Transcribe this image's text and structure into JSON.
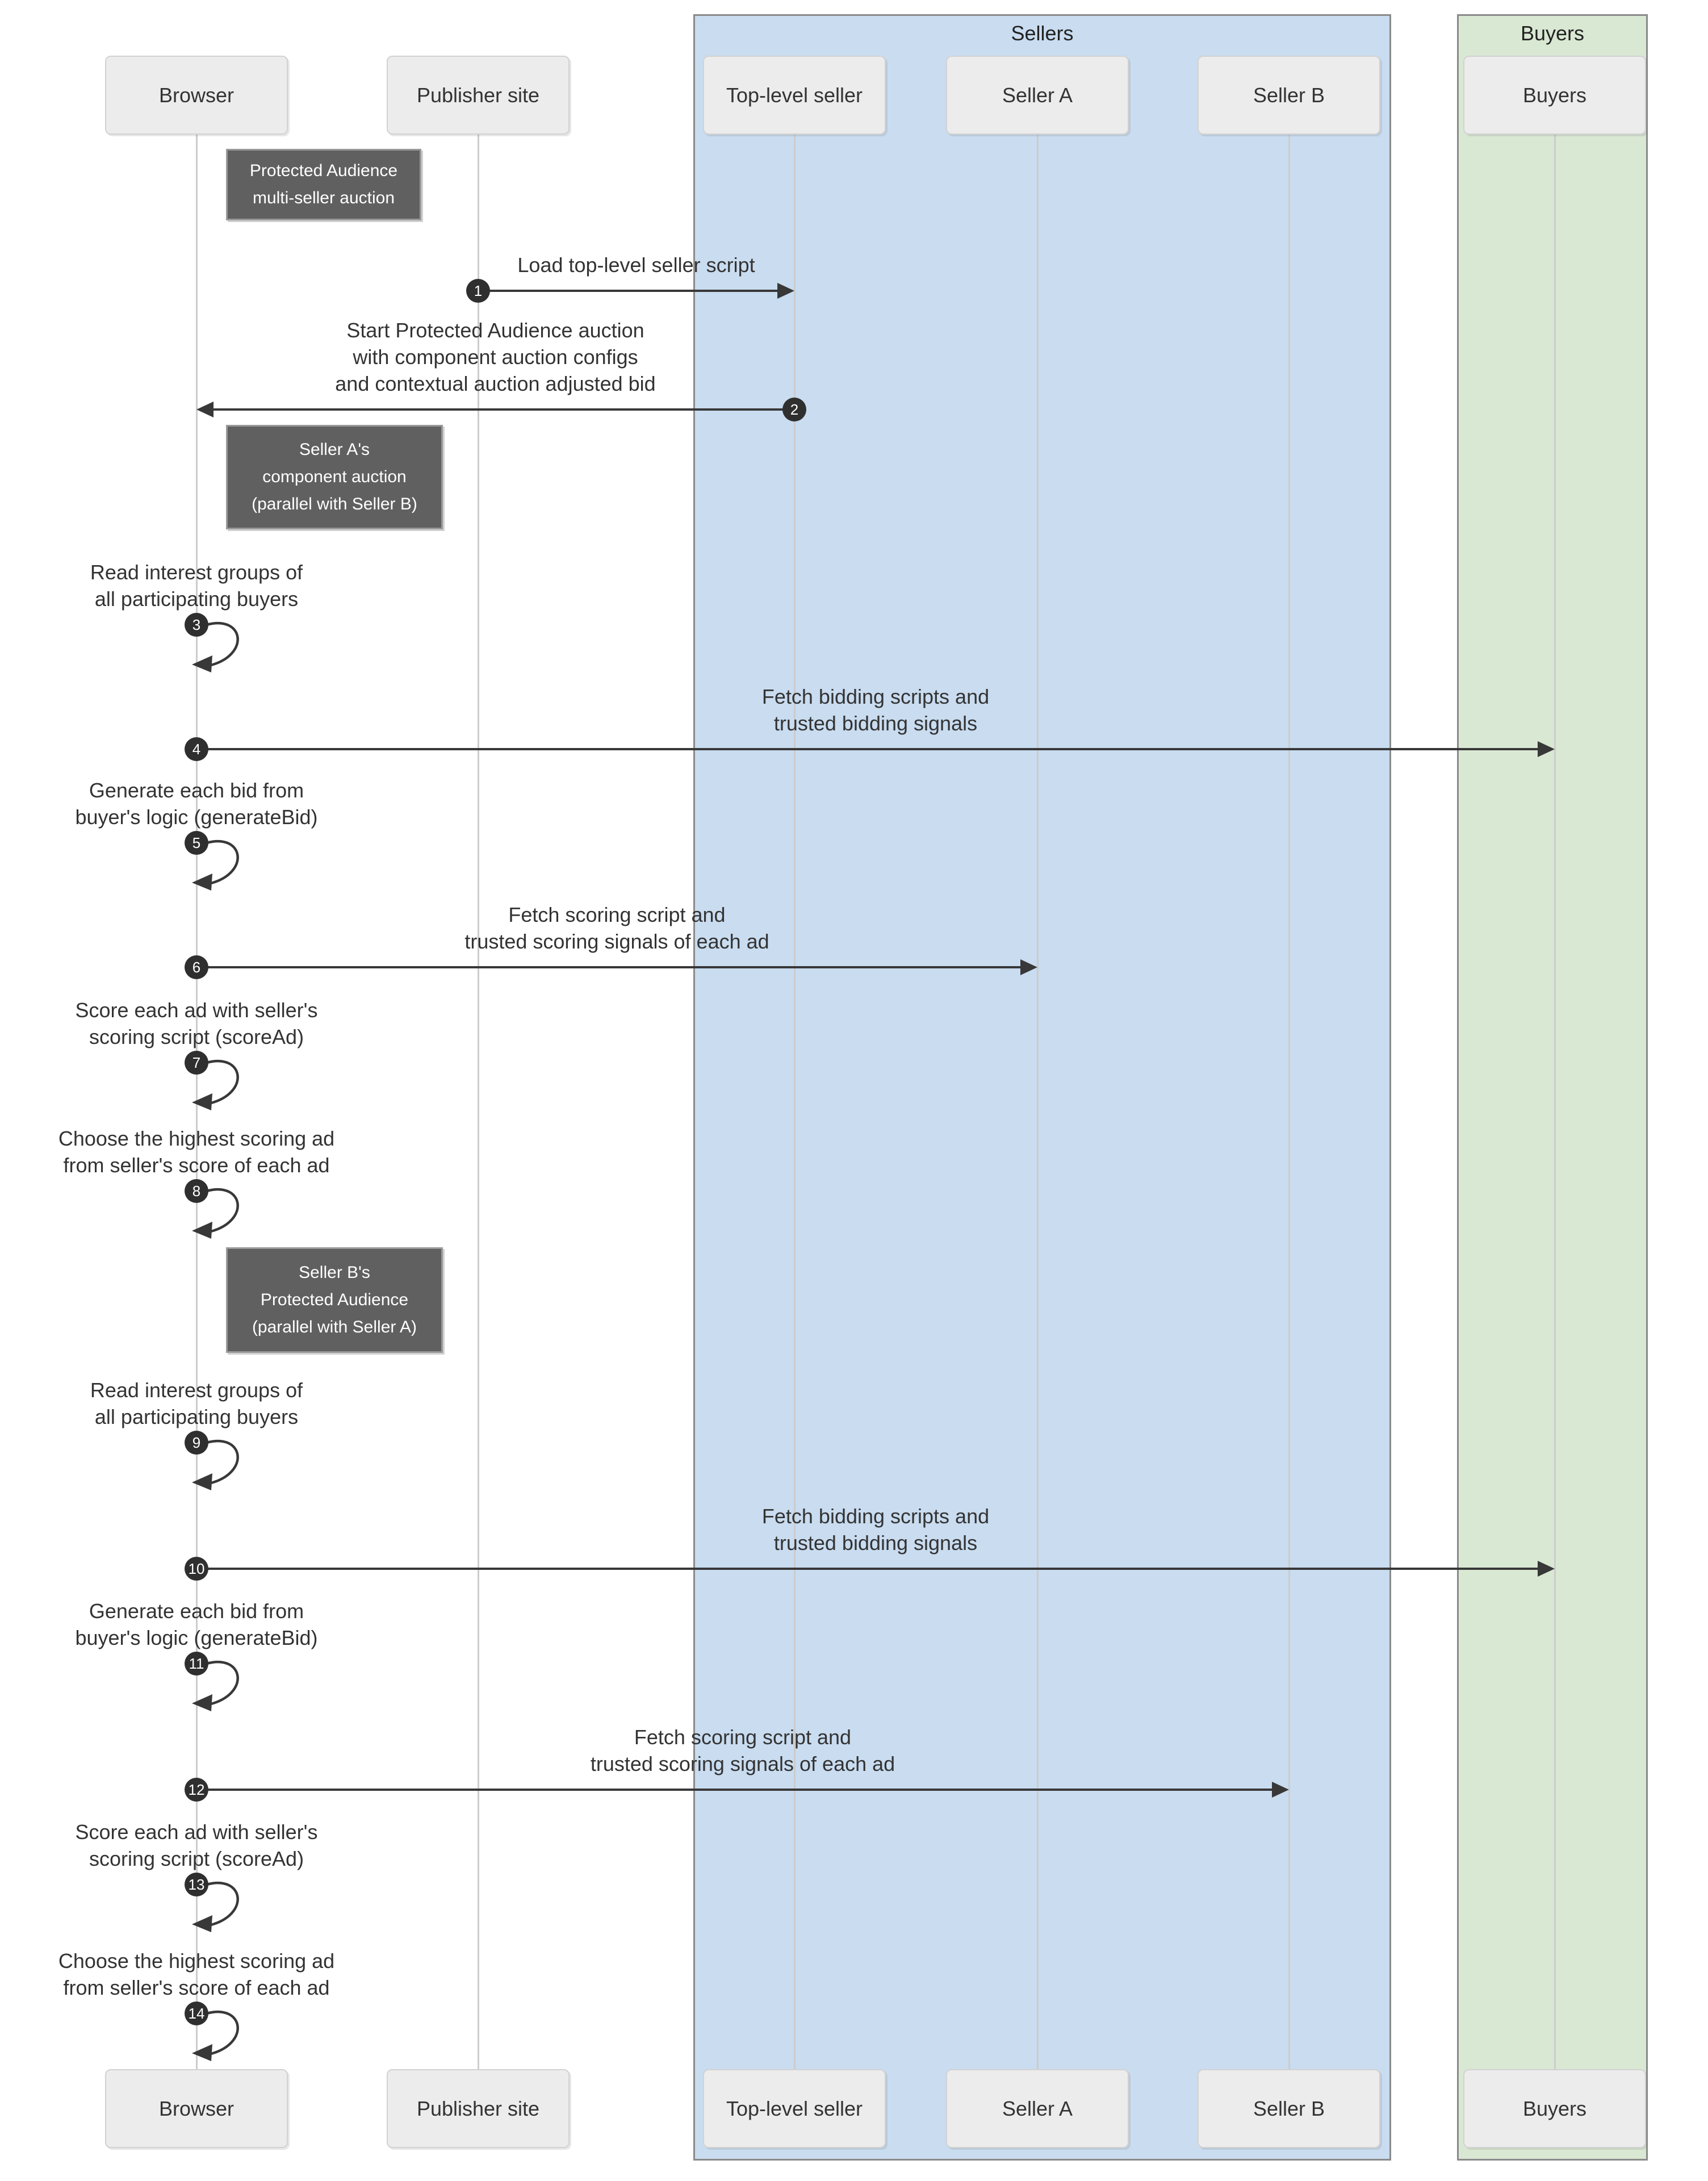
{
  "diagram": {
    "title_note": "Protected Audience\nmulti-seller auction",
    "groups": [
      {
        "id": "sellers",
        "label": "Sellers"
      },
      {
        "id": "buyers",
        "label": "Buyers"
      }
    ],
    "participants": [
      {
        "id": "browser",
        "label": "Browser",
        "group": null
      },
      {
        "id": "publisher",
        "label": "Publisher site",
        "group": null
      },
      {
        "id": "toplevel",
        "label": "Top-level seller",
        "group": "sellers"
      },
      {
        "id": "sellerA",
        "label": "Seller A",
        "group": "sellers"
      },
      {
        "id": "sellerB",
        "label": "Seller B",
        "group": "sellers"
      },
      {
        "id": "buyers",
        "label": "Buyers",
        "group": "buyers"
      }
    ],
    "notes": [
      {
        "id": "note-protected-audience",
        "text": "Protected Audience\nmulti-seller auction"
      },
      {
        "id": "note-seller-a",
        "text": "Seller A's\ncomponent auction\n(parallel with Seller B)"
      },
      {
        "id": "note-seller-b",
        "text": "Seller B's\nProtected Audience\n(parallel with Seller A)"
      }
    ],
    "messages": [
      {
        "num": "1",
        "type": "arrow",
        "from": "publisher",
        "to": "toplevel",
        "label": "Load top-level seller script"
      },
      {
        "num": "2",
        "type": "arrow",
        "from": "toplevel",
        "to": "browser",
        "label": "Start Protected Audience auction\nwith component auction configs\nand contextual auction adjusted bid"
      },
      {
        "num": "3",
        "type": "self",
        "from": "browser",
        "to": "browser",
        "label": "Read interest groups of\nall participating buyers"
      },
      {
        "num": "4",
        "type": "arrow",
        "from": "browser",
        "to": "buyers",
        "label": "Fetch bidding scripts and\ntrusted bidding signals"
      },
      {
        "num": "5",
        "type": "self",
        "from": "browser",
        "to": "browser",
        "label": "Generate each bid from\nbuyer's logic (generateBid)"
      },
      {
        "num": "6",
        "type": "arrow",
        "from": "browser",
        "to": "sellerA",
        "label": "Fetch scoring script and\ntrusted scoring signals of each ad"
      },
      {
        "num": "7",
        "type": "self",
        "from": "browser",
        "to": "browser",
        "label": "Score each ad with seller's\nscoring script (scoreAd)"
      },
      {
        "num": "8",
        "type": "self",
        "from": "browser",
        "to": "browser",
        "label": "Choose the highest scoring ad\nfrom seller's score of each ad"
      },
      {
        "num": "9",
        "type": "self",
        "from": "browser",
        "to": "browser",
        "label": "Read interest groups of\nall participating buyers"
      },
      {
        "num": "10",
        "type": "arrow",
        "from": "browser",
        "to": "buyers",
        "label": "Fetch bidding scripts and\ntrusted bidding signals"
      },
      {
        "num": "11",
        "type": "self",
        "from": "browser",
        "to": "browser",
        "label": "Generate each bid from\nbuyer's logic (generateBid)"
      },
      {
        "num": "12",
        "type": "arrow",
        "from": "browser",
        "to": "sellerB",
        "label": "Fetch scoring script and\ntrusted scoring signals of each ad"
      },
      {
        "num": "13",
        "type": "self",
        "from": "browser",
        "to": "browser",
        "label": "Score each ad with seller's\nscoring script (scoreAd)"
      },
      {
        "num": "14",
        "type": "self",
        "from": "browser",
        "to": "browser",
        "label": "Choose the highest scoring ad\nfrom seller's score of each ad"
      }
    ]
  },
  "colors": {
    "sellers_fill": "#c9dcf0",
    "buyers_fill": "#d9e8d3",
    "region_border": "#8a8a8a",
    "actor_fill": "#ececec",
    "actor_border": "#d2d2d2",
    "note_fill": "#606060",
    "note_border": "#9a9a9a",
    "note_text": "#ffffff",
    "arrow": "#383838",
    "circle": "#2f2f2f",
    "lifeline": "#cccccc",
    "text": "#333333"
  }
}
